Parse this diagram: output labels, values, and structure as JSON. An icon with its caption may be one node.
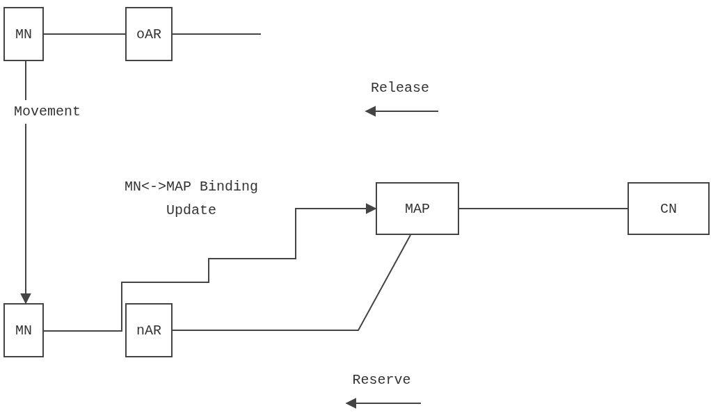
{
  "diagram": {
    "nodes": [
      {
        "text": [
          "MN"
        ]
      },
      {
        "text": [
          "oAR"
        ]
      },
      {
        "text": [
          "MAP"
        ]
      },
      {
        "text": [
          "CN"
        ]
      },
      {
        "text": [
          "MN"
        ]
      },
      {
        "text": [
          "nAR"
        ]
      }
    ],
    "edges": [
      {
        "from": 0,
        "to": 1,
        "arrow": "none"
      },
      {
        "from": 1,
        "to": null,
        "arrow": "none"
      },
      {
        "from": 0,
        "to": 4,
        "arrow": "to",
        "label": "Movement"
      },
      {
        "from": 4,
        "to": 2,
        "arrow": "to",
        "label": "MN<->MAP Binding Update"
      },
      {
        "from": 2,
        "to": 3,
        "arrow": "none"
      },
      {
        "from": 5,
        "to": 2,
        "arrow": "none"
      }
    ],
    "labels": [
      "Release",
      "Reserve"
    ]
  }
}
